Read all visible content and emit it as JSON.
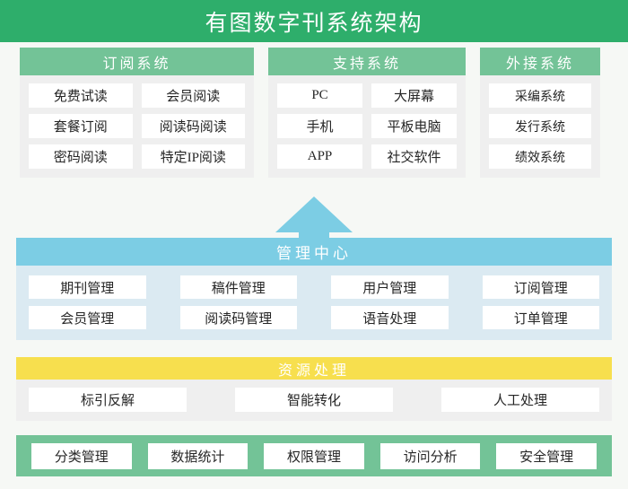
{
  "diagram": {
    "title": "有图数字刊系统架构",
    "colors": {
      "title_bar_green": "#2eae6b",
      "panel_header_green": "#73c397",
      "management_blue": "#7ccde4",
      "management_body_blue": "#dbeaf2",
      "resource_yellow": "#f7df4e",
      "panel_body_grey": "#efefef",
      "tile_white": "#ffffff",
      "page_background": "#f6f8f5"
    },
    "top_panels": [
      {
        "header": "订阅系统",
        "rows": [
          [
            "免费试读",
            "会员阅读"
          ],
          [
            "套餐订阅",
            "阅读码阅读"
          ],
          [
            "密码阅读",
            "特定IP阅读"
          ]
        ]
      },
      {
        "header": "支持系统",
        "rows": [
          [
            "PC",
            "大屏幕"
          ],
          [
            "手机",
            "平板电脑"
          ],
          [
            "APP",
            "社交软件"
          ]
        ]
      },
      {
        "header": "外接系统",
        "rows": [
          [
            "采编系统"
          ],
          [
            "发行系统"
          ],
          [
            "绩效系统"
          ]
        ]
      }
    ],
    "arrow": {
      "name": "up-arrow-icon",
      "direction": "up",
      "color": "#7ccde4"
    },
    "management_center": {
      "header": "管理中心",
      "rows": [
        [
          "期刊管理",
          "稿件管理",
          "用户管理",
          "订阅管理"
        ],
        [
          "会员管理",
          "阅读码管理",
          "语音处理",
          "订单管理"
        ]
      ]
    },
    "resource_processing": {
      "header": "资源处理",
      "items": [
        "标引反解",
        "智能转化",
        "人工处理"
      ]
    },
    "bottom_bar": {
      "items": [
        "分类管理",
        "数据统计",
        "权限管理",
        "访问分析",
        "安全管理"
      ]
    }
  }
}
